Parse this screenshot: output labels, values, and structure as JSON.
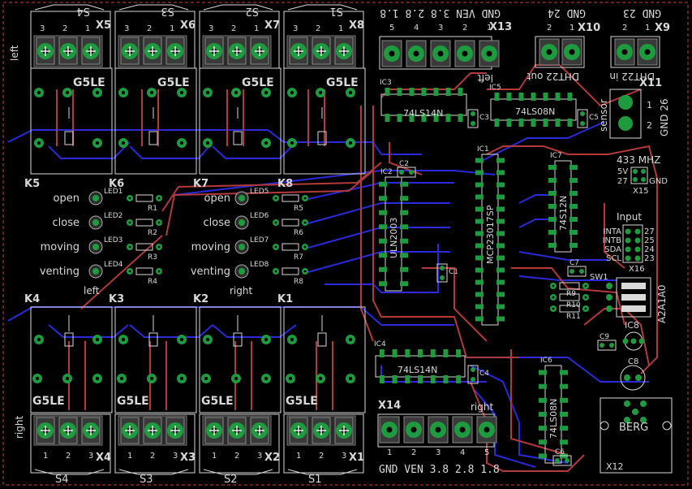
{
  "board": {
    "colors": {
      "background": "#000000",
      "top_trace": "#b33a3a",
      "bottom_trace": "#2a2adb",
      "pad": "#1f9b3f",
      "silkscreen": "#d9d9d9",
      "outline": "#c8414a"
    }
  },
  "connectors_top": [
    {
      "ref": "X5",
      "label": "S4",
      "pins": [
        "3",
        "2",
        "1"
      ]
    },
    {
      "ref": "X6",
      "label": "S3",
      "pins": [
        "3",
        "2",
        "1"
      ]
    },
    {
      "ref": "X7",
      "label": "S2",
      "pins": [
        "3",
        "2",
        "1"
      ]
    },
    {
      "ref": "X8",
      "label": "S1",
      "pins": [
        "3",
        "2",
        "1"
      ]
    }
  ],
  "connectors_bottom": [
    {
      "ref": "X4",
      "label": "S4",
      "pins": [
        "1",
        "2",
        "3"
      ]
    },
    {
      "ref": "X3",
      "label": "S3",
      "pins": [
        "1",
        "2",
        "3"
      ]
    },
    {
      "ref": "X2",
      "label": "S2",
      "pins": [
        "1",
        "2",
        "3"
      ]
    },
    {
      "ref": "X1",
      "label": "S1",
      "pins": [
        "1",
        "2",
        "3"
      ]
    }
  ],
  "relays_top": [
    {
      "ref": "K5",
      "type": "G5LE"
    },
    {
      "ref": "K6",
      "type": "G5LE"
    },
    {
      "ref": "K7",
      "type": "G5LE"
    },
    {
      "ref": "K8",
      "type": "G5LE"
    }
  ],
  "relays_bottom": [
    {
      "ref": "K4",
      "type": "G5LE"
    },
    {
      "ref": "K3",
      "type": "G5LE"
    },
    {
      "ref": "K2",
      "type": "G5LE"
    },
    {
      "ref": "K1",
      "type": "G5LE"
    }
  ],
  "side_labels": {
    "left_top": "left",
    "right_bottom": "right"
  },
  "leds_left": {
    "group_label": "left",
    "rows": [
      {
        "text": "open",
        "led": "LED1",
        "res": "R1"
      },
      {
        "text": "close",
        "led": "LED2",
        "res": "R2"
      },
      {
        "text": "moving",
        "led": "LED3",
        "res": "R3"
      },
      {
        "text": "venting",
        "led": "LED4",
        "res": "R4"
      }
    ]
  },
  "leds_right": {
    "group_label": "right",
    "rows": [
      {
        "text": "open",
        "led": "LED5",
        "res": "R5"
      },
      {
        "text": "close",
        "led": "LED6",
        "res": "R6"
      },
      {
        "text": "moving",
        "led": "LED7",
        "res": "R7"
      },
      {
        "text": "venting",
        "led": "LED8",
        "res": "R8"
      }
    ]
  },
  "x13": {
    "ref": "X13",
    "title": "GND VEN 3.8 2.8 1.8",
    "pins": [
      "5",
      "4",
      "3",
      "2",
      "1"
    ],
    "side": "left"
  },
  "x14": {
    "ref": "X14",
    "title": "GND VEN 3.8 2.8 1.8",
    "pins": [
      "1",
      "2",
      "3",
      "4",
      "5"
    ],
    "side": "right"
  },
  "x10": {
    "ref": "X10",
    "title": "GND 24",
    "pins": [
      "2",
      "1"
    ],
    "sub": "DHT22 out"
  },
  "x9": {
    "ref": "X9",
    "title": "GND 23",
    "pins": [
      "2",
      "1"
    ],
    "sub": "DHT22 in"
  },
  "x11": {
    "ref": "X11",
    "pins": [
      "1",
      "2"
    ],
    "labels": [
      "sensor",
      "GND 26"
    ]
  },
  "chips": [
    {
      "ref": "IC3",
      "part": "74LS14N"
    },
    {
      "ref": "IC5",
      "part": "74LS08N"
    },
    {
      "ref": "IC1",
      "part": "MCP23017SP"
    },
    {
      "ref": "IC7",
      "part": "74S12N"
    },
    {
      "ref": "IC2",
      "part": "ULN2003"
    },
    {
      "ref": "IC4",
      "part": "74LS14N"
    },
    {
      "ref": "IC6",
      "part": "74LS08N"
    }
  ],
  "caps": [
    "C1",
    "C2",
    "C3",
    "C4",
    "C5",
    "C6",
    "C7",
    "C8",
    "C9"
  ],
  "resistors_mid": [
    "R9",
    "R10",
    "R11"
  ],
  "rf": {
    "label": "433 MHZ",
    "pins": [
      "5V",
      "27",
      "GND"
    ],
    "ref": "X15"
  },
  "input_block": {
    "title": "Input",
    "ref": "X16",
    "rows": [
      {
        "name": "INTA",
        "num": "27"
      },
      {
        "name": "INTB",
        "num": "25"
      },
      {
        "name": "SDA",
        "num": "24"
      },
      {
        "name": "SCL",
        "num": "23"
      }
    ]
  },
  "sw": {
    "ref": "SW1",
    "addr": "A2A1A0"
  },
  "ic8": {
    "ref": "IC8"
  },
  "x12": {
    "ref": "X12",
    "brand": "BERG"
  }
}
